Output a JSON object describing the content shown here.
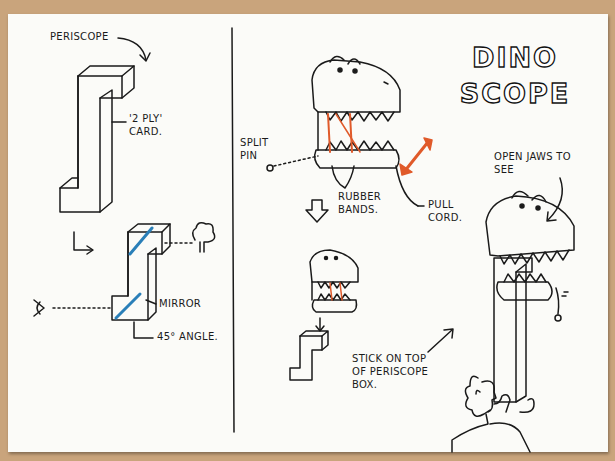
{
  "diagram": {
    "title": "DINO SCOPE",
    "labels": [
      "PERISCOPE",
      "'2 PLY' CARD.",
      "MIRROR",
      "45° ANGLE.",
      "SPLIT PIN",
      "RUBBER BANDS.",
      "PULL CORD.",
      "OPEN JAWS TO SEE",
      "STICK ON TOP OF PERISCOPE BOX."
    ]
  }
}
